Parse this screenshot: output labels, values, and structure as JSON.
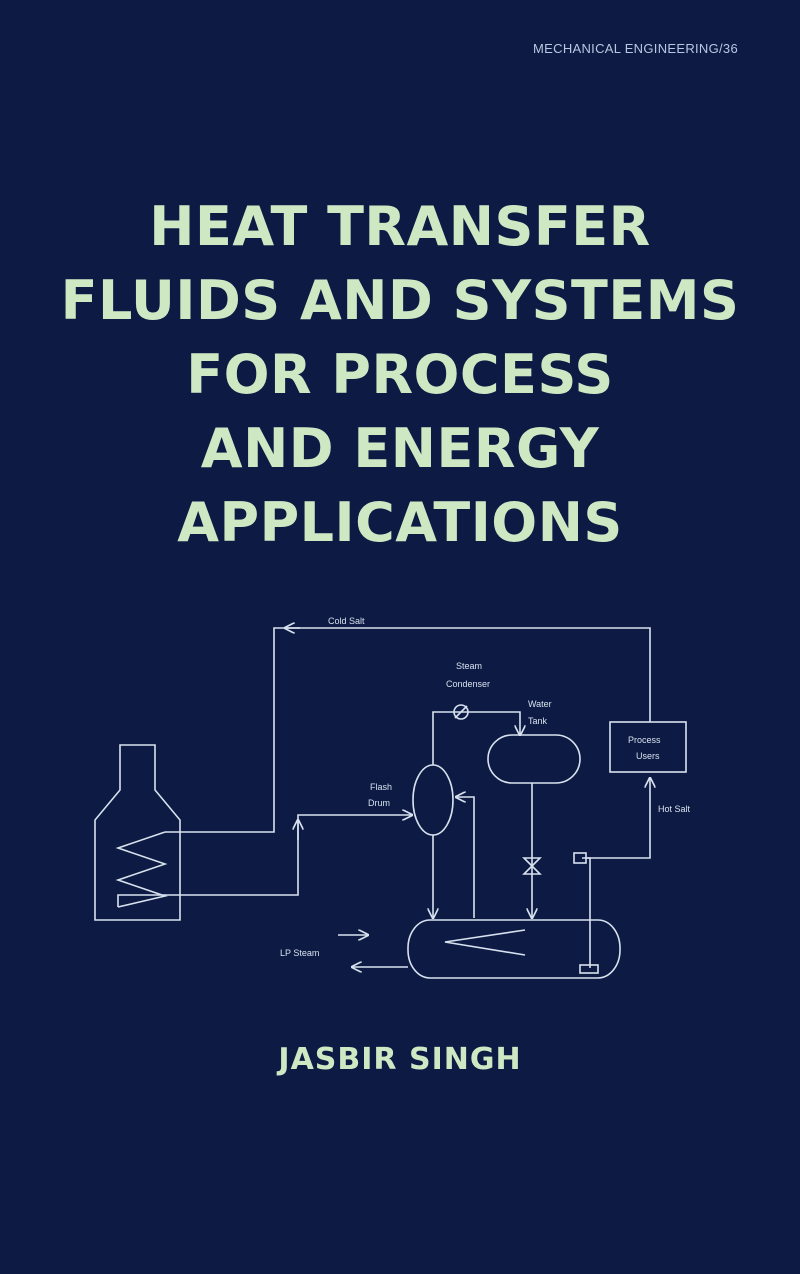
{
  "cover": {
    "series": "MECHANICAL ENGINEERING/36",
    "title_lines": [
      "HEAT TRANSFER",
      "FLUIDS AND SYSTEMS",
      "FOR PROCESS",
      "AND ENERGY",
      "APPLICATIONS"
    ],
    "author": "JASBIR SINGH"
  },
  "diagram": {
    "labels": {
      "cold_salt": "Cold Salt",
      "steam": "Steam",
      "condenser": "Condenser",
      "water": "Water",
      "tank": "Tank",
      "process": "Process",
      "users": "Users",
      "flash": "Flash",
      "drum": "Drum",
      "hot_salt": "Hot Salt",
      "lp_steam": "LP Steam"
    }
  },
  "colors": {
    "background": "#0d1a44",
    "title": "#cfe8c4",
    "line": "#d8e2ee"
  }
}
